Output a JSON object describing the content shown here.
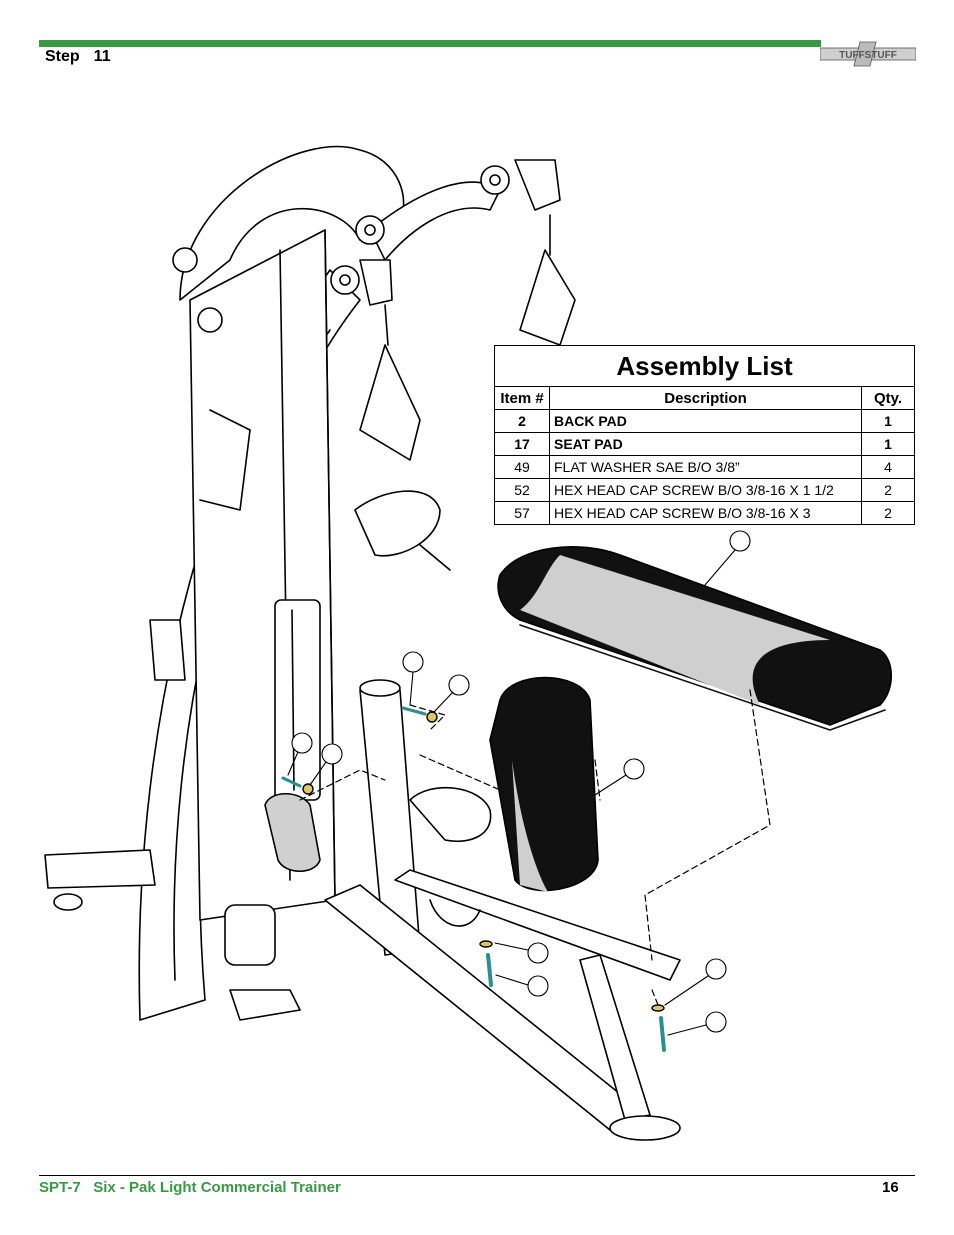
{
  "header": {
    "step_label": "Step",
    "step_number": "11",
    "logo_text": "TUFFSTUFF",
    "accent_color": "#3a9a44"
  },
  "assembly_list": {
    "title": "Assembly List",
    "columns": [
      "Item #",
      "Description",
      "Qty."
    ],
    "rows": [
      {
        "item": "2",
        "description": "BACK PAD",
        "qty": "1"
      },
      {
        "item": "17",
        "description": "SEAT PAD",
        "qty": "1"
      },
      {
        "item": "49",
        "description": "FLAT WASHER  SAE B/O 3/8”",
        "qty": "4"
      },
      {
        "item": "52",
        "description": "HEX HEAD CAP SCREW B/O 3/8-16 X 1 1/2",
        "qty": "2"
      },
      {
        "item": "57",
        "description": "HEX HEAD CAP SCREW B/O 3/8-16 X 3",
        "qty": "2"
      }
    ]
  },
  "footer": {
    "model": "SPT-7",
    "product_name": "Six - Pak Light Commercial Trainer",
    "page_number": "16"
  }
}
